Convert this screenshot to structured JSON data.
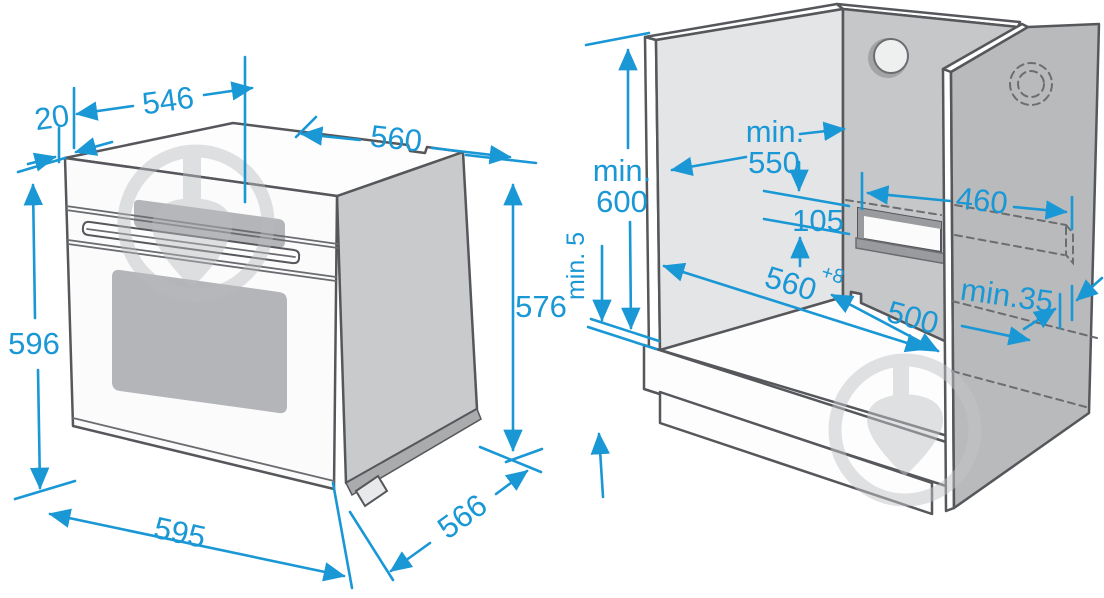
{
  "figure": {
    "type": "built-in oven installation dimensions diagram",
    "accent_color": "#1a97d5",
    "outline_color": "#55575b",
    "oven": {
      "top_depth": "546",
      "front_overhang": "20",
      "top_width": "560",
      "rear_height": "576",
      "front_height": "596",
      "front_width": "595",
      "bottom_depth": "566"
    },
    "cabinet": {
      "min_height": [
        "min.",
        "600"
      ],
      "min_depth": [
        "min.",
        "550"
      ],
      "bottom_gap": "min. 5",
      "vent_cutout_height": "105",
      "vent_cutout_width": "460",
      "niche_width": "560",
      "niche_width_tol": "+8",
      "base_depth": "500",
      "rear_clearance": "min.35"
    }
  }
}
